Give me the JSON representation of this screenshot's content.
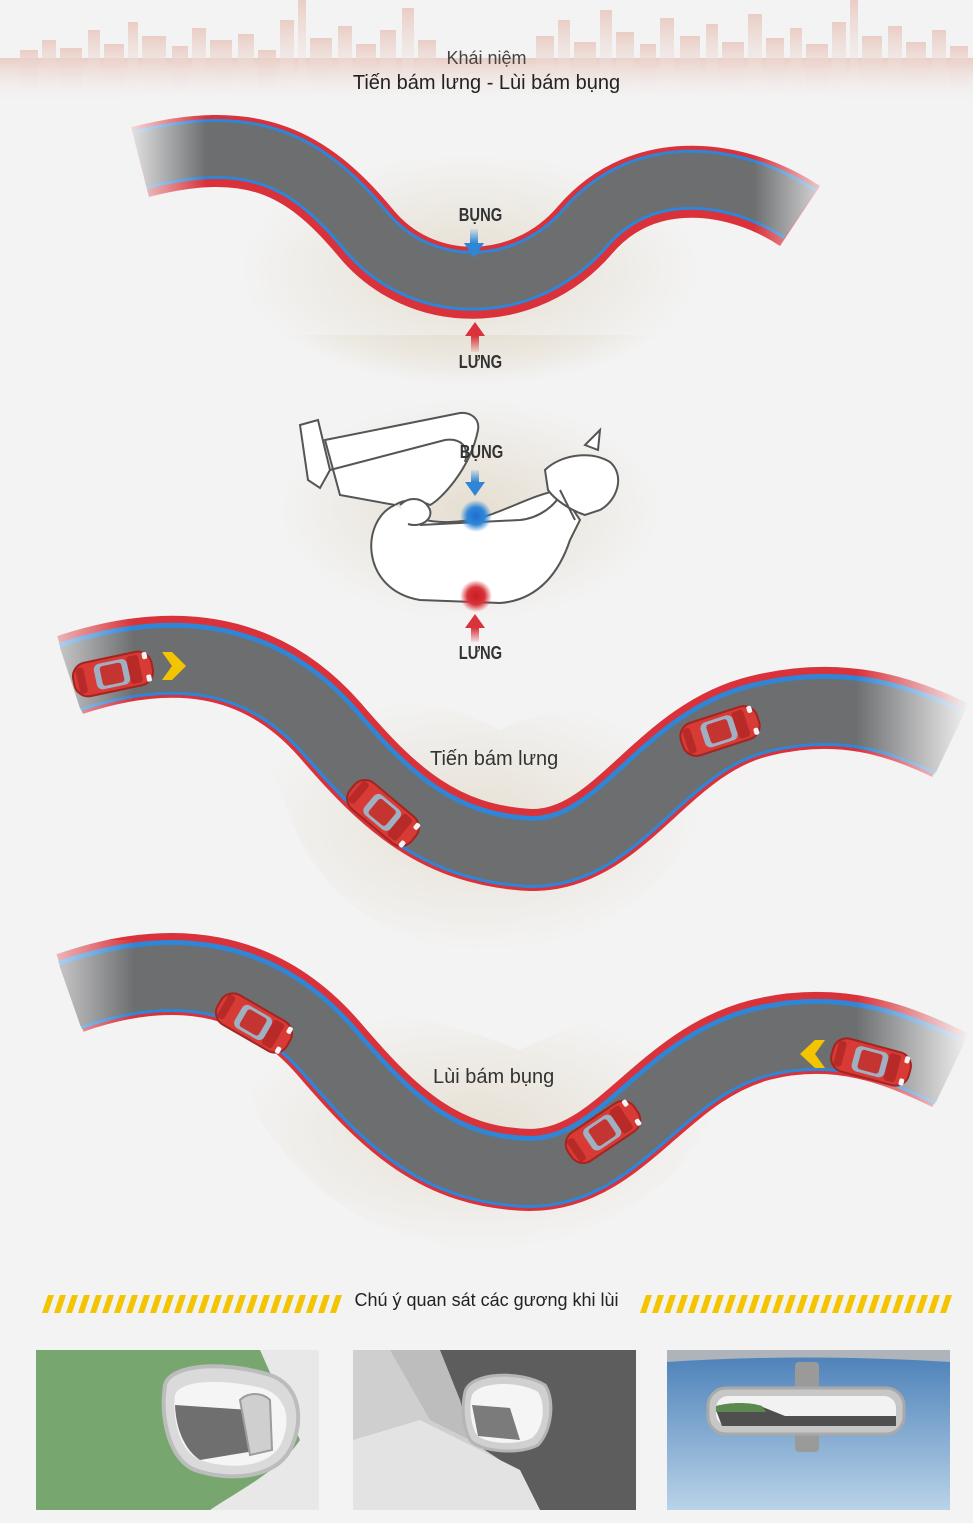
{
  "header": {
    "concept_label": "Khái niệm",
    "concept_title": "Tiến bám lưng - Lùi bám bụng"
  },
  "diagram1": {
    "belly_label": "BỤNG",
    "back_label": "LƯNG"
  },
  "diagram2": {
    "belly_label": "BỤNG",
    "back_label": "LƯNG"
  },
  "forward_diagram": {
    "caption": "Tiến bám lưng"
  },
  "reverse_diagram": {
    "caption": "Lùi bám bụng"
  },
  "mirror_section": {
    "notice": "Chú ý quan sát các gương khi lùi"
  },
  "colors": {
    "back_red": "#d9323a",
    "belly_blue": "#2f86d6",
    "road_gray": "#6d6e70",
    "arrow_yellow": "#f2c500",
    "car_red": "#d83a35",
    "bg": "#f3f3f3"
  },
  "icons": [
    "skyline-decoration",
    "arrow-down-icon",
    "arrow-up-icon",
    "person-illustration",
    "car-icon",
    "direction-arrow-icon",
    "side-mirror-icon",
    "rearview-mirror-icon"
  ]
}
